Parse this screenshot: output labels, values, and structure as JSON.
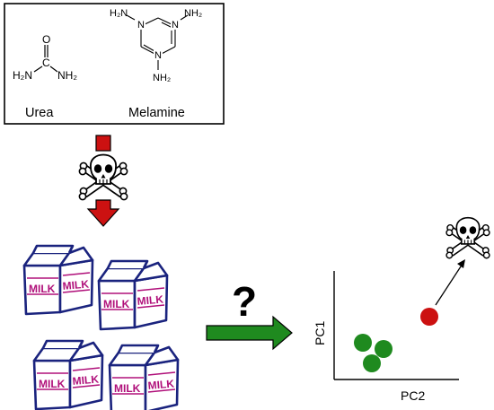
{
  "molecules": {
    "urea": {
      "name": "Urea",
      "atoms": {
        "oxygen": "O",
        "carbon": "C",
        "amine_left": "H₂N",
        "amine_right": "NH₂"
      }
    },
    "melamine": {
      "name": "Melamine",
      "atoms": {
        "n_top_left": "N",
        "n_top_right": "N",
        "n_bottom": "N",
        "amine_left": "H₂N",
        "amine_right": "NH₂",
        "amine_bottom": "NH₂"
      }
    }
  },
  "milk_cartons": {
    "label": "MILK",
    "count": 4
  },
  "question": "?",
  "pca": {
    "xlabel": "PC2",
    "ylabel": "PC1",
    "groups": {
      "normal": {
        "color": "#1f8a1f",
        "count": 3
      },
      "toxic": {
        "color": "#cc1111",
        "count": 1
      }
    }
  },
  "colors": {
    "arrow_down": "#cc1111",
    "arrow_right": "#1f8a1f",
    "carton_outline": "#1a237e",
    "milk_text": "#b0107a"
  },
  "icons": {
    "hazard": "skull-crossbones-icon"
  }
}
